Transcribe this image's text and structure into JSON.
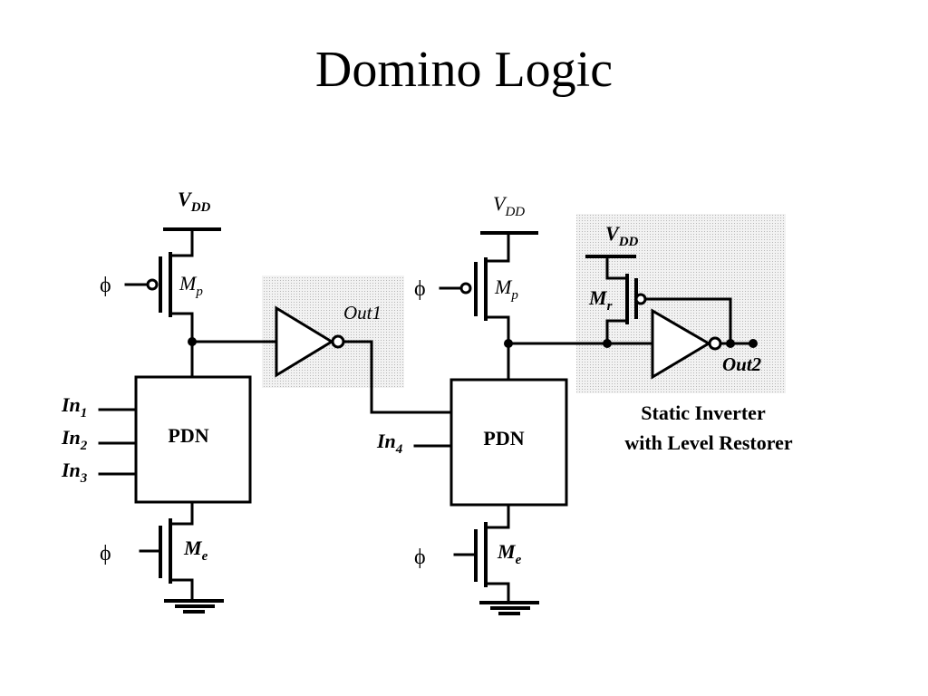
{
  "title": "Domino Logic",
  "stage1": {
    "vdd": {
      "main": "V",
      "sub": "DD"
    },
    "clk": "ϕ",
    "mp": {
      "main": "M",
      "sub": "p"
    },
    "pdn": "PDN",
    "inputs": [
      {
        "main": "In",
        "sub": "1"
      },
      {
        "main": "In",
        "sub": "2"
      },
      {
        "main": "In",
        "sub": "3"
      }
    ],
    "clk_eval": "ϕ",
    "me": {
      "main": "M",
      "sub": "e"
    },
    "out": "Out1"
  },
  "stage2": {
    "vdd": {
      "main": "V",
      "sub": "DD"
    },
    "clk": "ϕ",
    "mp": {
      "main": "M",
      "sub": "p"
    },
    "pdn": "PDN",
    "input": {
      "main": "In",
      "sub": "4"
    },
    "clk_eval": "ϕ",
    "me": {
      "main": "M",
      "sub": "e"
    }
  },
  "restorer": {
    "vdd": {
      "main": "V",
      "sub": "DD"
    },
    "mr": {
      "main": "M",
      "sub": "r"
    },
    "out": "Out2",
    "caption": [
      "Static Inverter",
      "with Level Restorer"
    ]
  }
}
